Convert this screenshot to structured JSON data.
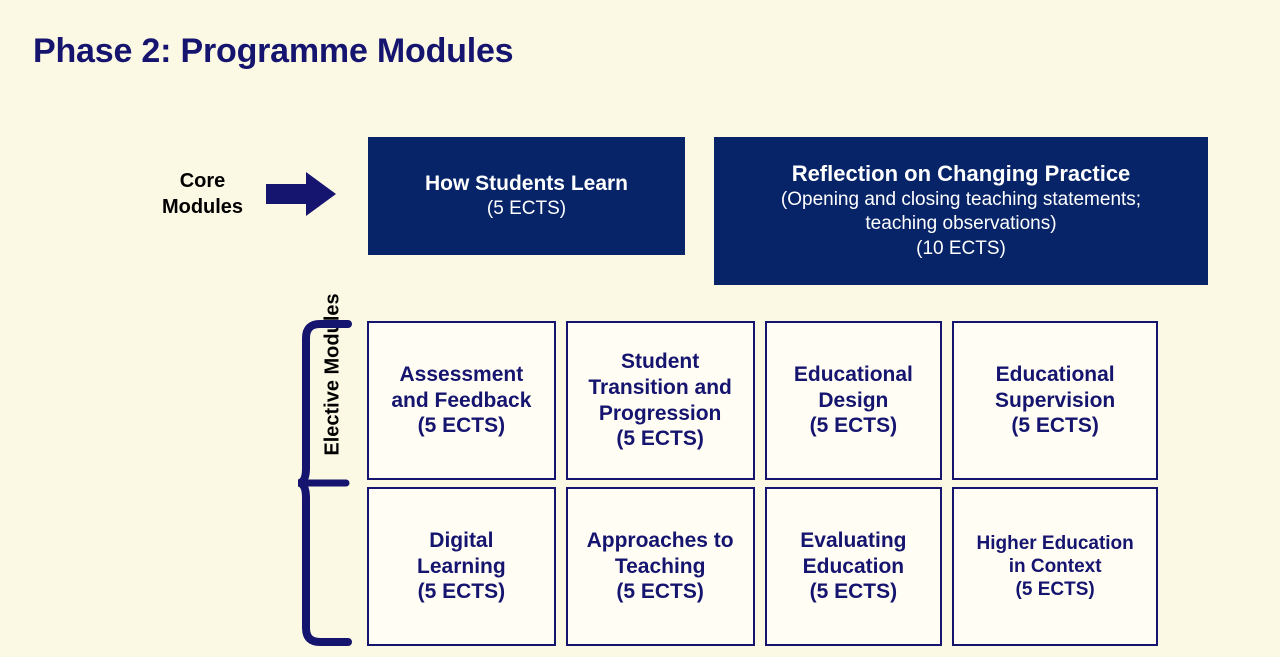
{
  "slide": {
    "title": "Phase 2: Programme Modules",
    "background_color": "#fbf8e3",
    "navy": "#062467",
    "title_color": "#15146e",
    "label_color": "#000000"
  },
  "core": {
    "label_line1": "Core",
    "label_line2": "Modules",
    "arrow_icon": "right-arrow-icon",
    "modules": [
      {
        "title": "How Students Learn",
        "detail": "",
        "ects": "(5 ECTS)"
      },
      {
        "title": "Reflection on Changing Practice",
        "detail_line1": "(Opening and closing teaching statements;",
        "detail_line2": "teaching observations)",
        "ects": "(10 ECTS)"
      }
    ]
  },
  "elective": {
    "label": "Elective Modules",
    "brace_icon": "curly-brace-icon",
    "rows": [
      [
        {
          "line1": "Assessment",
          "line2": "and Feedback",
          "line3": "",
          "ects": "(5 ECTS)"
        },
        {
          "line1": "Student",
          "line2": "Transition and",
          "line3": "Progression",
          "ects": "(5 ECTS)"
        },
        {
          "line1": "Educational",
          "line2": "Design",
          "line3": "",
          "ects": "(5 ECTS)"
        },
        {
          "line1": "Educational",
          "line2": "Supervision",
          "line3": "",
          "ects": "(5 ECTS)"
        }
      ],
      [
        {
          "line1": "Digital",
          "line2": "Learning",
          "line3": "",
          "ects": "(5 ECTS)"
        },
        {
          "line1": "Approaches to",
          "line2": "Teaching",
          "line3": "",
          "ects": "(5 ECTS)"
        },
        {
          "line1": "Evaluating",
          "line2": "Education",
          "line3": "",
          "ects": "(5 ECTS)"
        },
        {
          "line1": "Higher Education",
          "line2": "in Context",
          "line3": "",
          "ects": "(5 ECTS)"
        }
      ]
    ]
  }
}
